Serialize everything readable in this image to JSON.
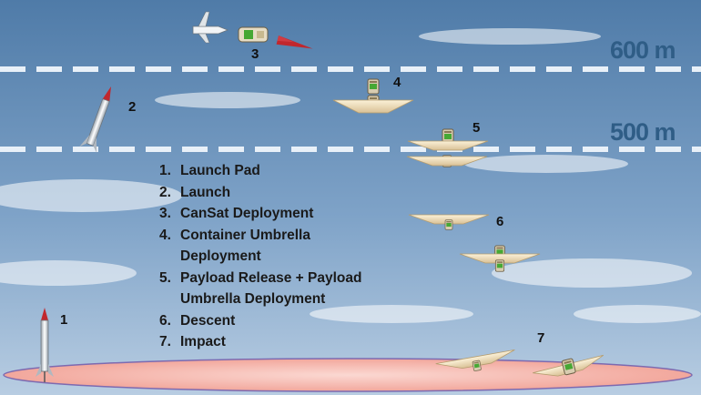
{
  "altitudes": [
    {
      "label": "600 m"
    },
    {
      "label": "500 m"
    }
  ],
  "steps": [
    {
      "number": "1.",
      "text": "Launch Pad"
    },
    {
      "number": "2.",
      "text": "Launch"
    },
    {
      "number": "3.",
      "text": "CanSat Deployment"
    },
    {
      "number": "4.",
      "text": "Container Umbrella\nDeployment"
    },
    {
      "number": "5.",
      "text": "Payload Release + Payload\nUmbrella Deployment"
    },
    {
      "number": "6.",
      "text": "Descent"
    },
    {
      "number": "7.",
      "text": "Impact"
    }
  ],
  "markers": {
    "m1": "1",
    "m2": "2",
    "m3": "3",
    "m4": "4",
    "m5": "5",
    "m6": "6",
    "m7": "7"
  },
  "colors": {
    "sky_top": "#4f7ba8",
    "sky_bottom": "#a9c4de",
    "line": "#e8f0f8",
    "ground": "#f7c6c0",
    "rocket_nose": "#c1272d",
    "umbrella": "#f4e6c6"
  }
}
